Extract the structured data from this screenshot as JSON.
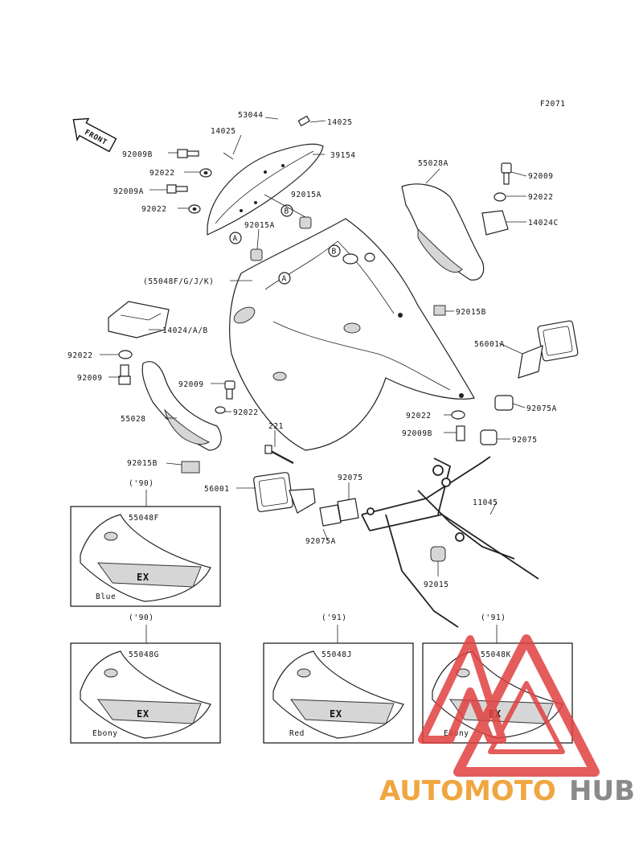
{
  "diagram_code": "F2071",
  "front_label": "FRONT",
  "part_labels": {
    "p53044": "53044",
    "p14025a": "14025",
    "p14025b": "14025",
    "p92009b_top": "92009B",
    "p39154": "39154",
    "p92022_a": "92022",
    "p92015a_a": "92015A",
    "p92009a": "92009A",
    "p92022_b": "92022",
    "p92015a_b": "92015A",
    "p55048": "(55048F/G/J/K)",
    "p14024ab": "14024/A/B",
    "p92022_c": "92022",
    "p92009_left": "92009",
    "p92009_mid": "92009",
    "p92022_d": "92022",
    "p55028": "55028",
    "p92015b_left": "92015B",
    "p221": "221",
    "p56001": "56001",
    "p92075": "92075",
    "p92075a": "92075A",
    "p55028a": "55028A",
    "p92009_right": "92009",
    "p92022_e": "92022",
    "p14024c": "14024C",
    "p92015b_right": "92015B",
    "p56001a": "56001A",
    "p92075a_right": "92075A",
    "p92022_f": "92022",
    "p92009b_right": "92009B",
    "p92075_right": "92075",
    "p11045": "11045",
    "p92015": "92015"
  },
  "callouts": {
    "a": "A",
    "b": "B"
  },
  "variants": [
    {
      "year": "('90)",
      "part": "55048F",
      "color": "Blue"
    },
    {
      "year": "('90)",
      "part": "55048G",
      "color": "Ebony"
    },
    {
      "year": "('91)",
      "part": "55048J",
      "color": "Red"
    },
    {
      "year": "('91)",
      "part": "55048K",
      "color": "Ebony"
    }
  ],
  "watermark": {
    "part1": "AUTOMOTO",
    "part2": "HUB",
    "color1": "#f0a640",
    "color2": "#8a8a8a",
    "triangle": "#e04040"
  }
}
